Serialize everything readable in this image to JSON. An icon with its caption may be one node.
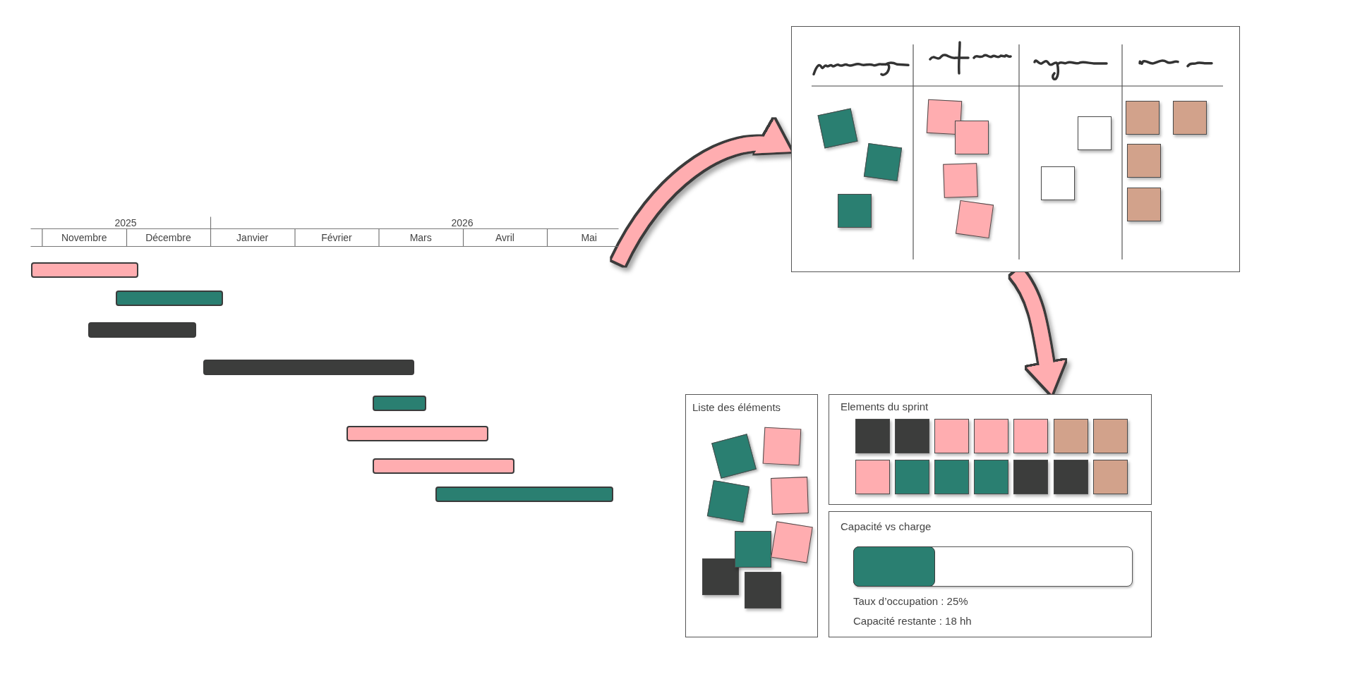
{
  "diagram": {
    "nodes": [
      {
        "text": [],
        "shape": "picture"
      },
      {
        "text": [],
        "shape": "bar",
        "in": 0
      },
      {
        "text": [],
        "shape": "bar",
        "in": 0
      },
      {
        "text": [],
        "shape": "bar",
        "in": 0
      },
      {
        "text": [],
        "shape": "bar",
        "in": 0
      },
      {
        "text": [],
        "shape": "bar",
        "in": 0
      },
      {
        "text": [],
        "shape": "bar",
        "in": 0
      },
      {
        "text": [],
        "shape": "bar",
        "in": 0
      },
      {
        "text": [],
        "shape": "bar",
        "in": 0
      },
      {
        "text": [],
        "shape": "box"
      },
      {
        "text": [
          "Liste des éléments"
        ]
      },
      {
        "text": [
          "Elements du sprint"
        ]
      },
      {
        "text": [
          "Capacité vs charge",
          "Taux d’occupation : 25%",
          "Capacité restante : 18 hh"
        ]
      }
    ],
    "edges": [
      {
        "from": 0,
        "to": 9,
        "arrow": "to"
      },
      {
        "from": 9,
        "to": 11,
        "arrow": "to"
      }
    ],
    "labels": [
      "2025",
      "2026",
      "Novembre",
      "Décembre",
      "Janvier",
      "Février",
      "Mars",
      "Avril",
      "Mai"
    ]
  }
}
